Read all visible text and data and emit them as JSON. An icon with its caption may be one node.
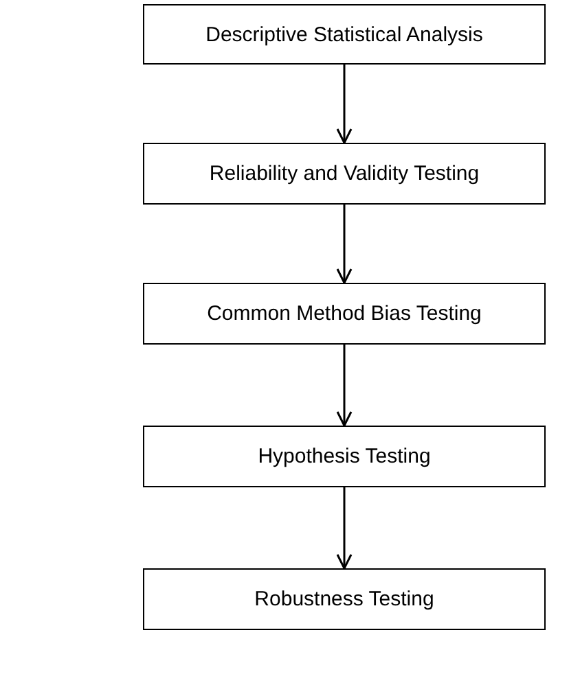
{
  "diagram": {
    "nodes": [
      {
        "text": [
          "Descriptive Statistical Analysis"
        ]
      },
      {
        "text": [
          "Reliability and Validity Testing"
        ]
      },
      {
        "text": [
          "Common Method Bias Testing"
        ]
      },
      {
        "text": [
          "Hypothesis Testing"
        ]
      },
      {
        "text": [
          "Robustness Testing"
        ]
      }
    ],
    "edges": [
      {
        "from": 0,
        "to": 1,
        "arrow": "to"
      },
      {
        "from": 1,
        "to": 2,
        "arrow": "to"
      },
      {
        "from": 2,
        "to": 3,
        "arrow": "to"
      },
      {
        "from": 3,
        "to": 4,
        "arrow": "to"
      }
    ]
  }
}
